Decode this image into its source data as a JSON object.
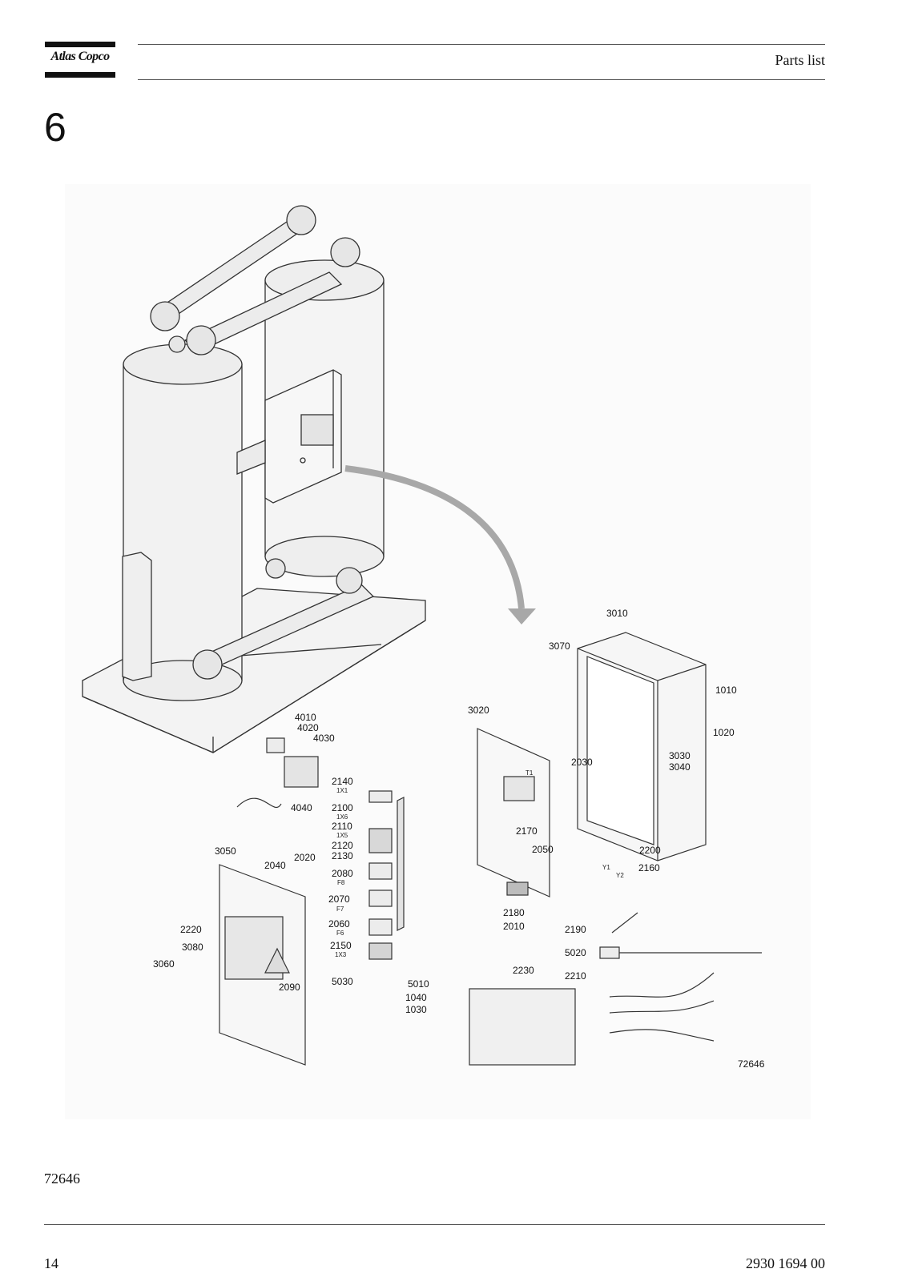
{
  "header": {
    "brand": "Atlas Copco",
    "section": "Parts list"
  },
  "chapter_number": "6",
  "figure": {
    "label": "72646",
    "callouts": {
      "c4010": "4010",
      "c4020": "4020",
      "c4030": "4030",
      "c4040": "4040",
      "c2140": "2140",
      "c2100": "2100",
      "c2110": "2110",
      "c2120": "2120",
      "c2130": "2130",
      "c2080": "2080",
      "c2070": "2070",
      "c2060": "2060",
      "c2150": "2150",
      "c3050": "3050",
      "c2040": "2040",
      "c2020": "2020",
      "c2220": "2220",
      "c3080": "3080",
      "c3060": "3060",
      "c2090": "2090",
      "c5030": "5030",
      "c5010": "5010",
      "c1040": "1040",
      "c1030": "1030",
      "c3020": "3020",
      "c2170": "2170",
      "c2050": "2050",
      "c2180": "2180",
      "c2010": "2010",
      "c3010": "3010",
      "c3070": "3070",
      "c1010": "1010",
      "c1020": "1020",
      "c2030": "2030",
      "c3030": "3030",
      "c3040": "3040",
      "c2200": "2200",
      "c2160": "2160",
      "c2190": "2190",
      "c5020": "5020",
      "c2210": "2210",
      "c2230": "2230"
    },
    "sublabels": {
      "s1x1": "1X1",
      "s1x6": "1X6",
      "s1x5": "1X5",
      "sf8": "F8",
      "sf7": "F7",
      "sf6": "F6",
      "s1x3": "1X3",
      "st1": "T1",
      "sy1": "Y1",
      "sy2": "Y2"
    }
  },
  "footer": {
    "page_number": "14",
    "document_number": "2930 1694 00"
  }
}
